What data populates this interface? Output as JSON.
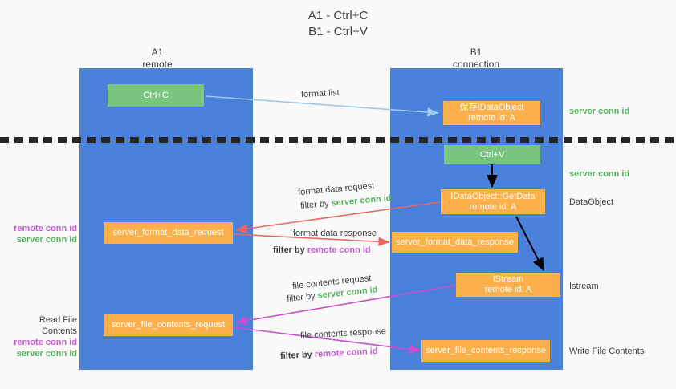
{
  "title": {
    "line1": "A1 - Ctrl+C",
    "line2": "B1 - Ctrl+V"
  },
  "lanes": [
    {
      "id": "a1",
      "name": "A1",
      "role": "remote"
    },
    {
      "id": "b1",
      "name": "B1",
      "role": "connection"
    }
  ],
  "boxes": {
    "ctrl_c": "Ctrl+C",
    "save_idataobject_l1": "保存IDataObject",
    "save_idataobject_l2": "remote id: A",
    "ctrl_v": "Ctrl+V",
    "getdata_l1": "IDataObject::GetData",
    "getdata_l2": "remote id: A",
    "server_format_data_request": "server_format_data_request",
    "server_format_data_response": "server_format_data_response",
    "istream_l1": "IStream",
    "istream_l2": "remote id: A",
    "server_file_contents_request": "server_file_contents_request",
    "server_file_contents_response": "server_file_contents_response"
  },
  "arrow_labels": {
    "format_list": "format list",
    "format_data_request": "format data request",
    "format_data_request_filter_prefix": "filter by ",
    "format_data_request_filter_value": "server conn id",
    "format_data_response": "format data response",
    "format_data_response_filter_prefix": "filter by ",
    "format_data_response_filter_value": "remote conn id",
    "file_contents_request": "file contents request",
    "file_contents_request_filter_prefix": "filter by ",
    "file_contents_request_filter_value": "server conn id",
    "file_contents_response": "file contents response",
    "file_contents_response_filter_prefix": "filter by ",
    "file_contents_response_filter_value": "remote conn id"
  },
  "right_annotations": {
    "server_conn_id_top": "server conn id",
    "server_conn_id_mid": "server conn id",
    "dataobject": "DataObject",
    "istream": "Istream",
    "write_file_contents": "Write File Contents"
  },
  "left_annotations": {
    "format_remote": "remote conn id",
    "format_server": "server conn id",
    "read_file_contents": "Read File Contents",
    "file_remote": "remote conn id",
    "file_server": "server conn id"
  },
  "colors": {
    "lane": "#4a81da",
    "green_box": "#79c47f",
    "orange_box": "#fbb04c",
    "red_arrow": "#e8685f",
    "magenta_arrow": "#cb4dd2",
    "lightblue_arrow": "#9ec8ec",
    "black_arrow": "#000000",
    "green_text": "#57b45f",
    "purple_text": "#c75bd6",
    "background": "#fafafa"
  }
}
